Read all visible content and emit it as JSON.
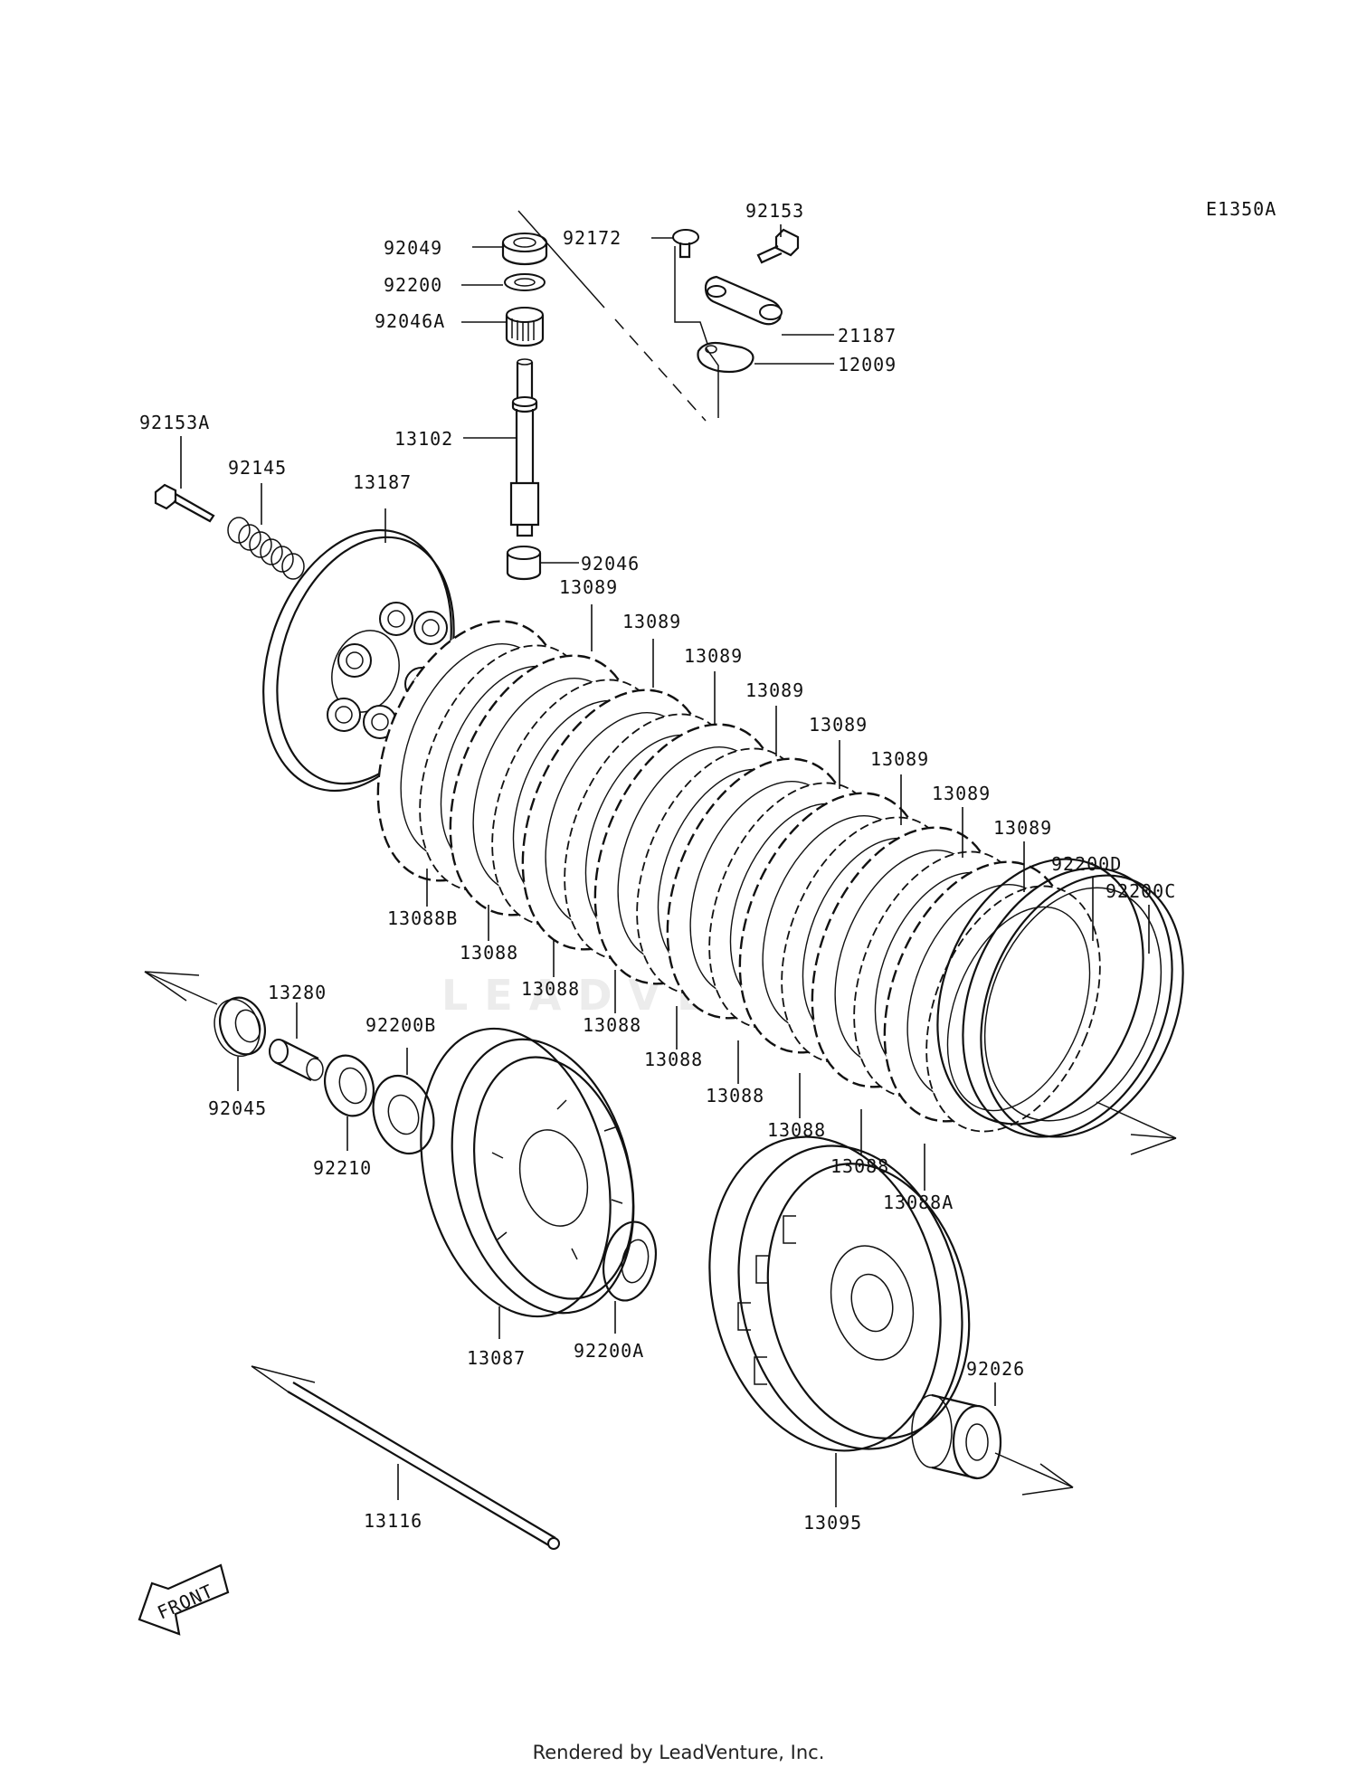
{
  "diagram_code": "E1350A",
  "front_arrow_label": "FRONT",
  "watermark": "LEADVENTURE",
  "footer": "Rendered by LeadVenture, Inc.",
  "parts": [
    {
      "id": "p-92049",
      "label": "92049"
    },
    {
      "id": "p-92200",
      "label": "92200"
    },
    {
      "id": "p-92046a",
      "label": "92046A"
    },
    {
      "id": "p-13102",
      "label": "13102"
    },
    {
      "id": "p-92046",
      "label": "92046"
    },
    {
      "id": "p-92172",
      "label": "92172"
    },
    {
      "id": "p-92153",
      "label": "92153"
    },
    {
      "id": "p-21187",
      "label": "21187"
    },
    {
      "id": "p-12009",
      "label": "12009"
    },
    {
      "id": "p-92153a",
      "label": "92153A"
    },
    {
      "id": "p-92145",
      "label": "92145"
    },
    {
      "id": "p-13187",
      "label": "13187"
    },
    {
      "id": "p-13089-1",
      "label": "13089"
    },
    {
      "id": "p-13089-2",
      "label": "13089"
    },
    {
      "id": "p-13089-3",
      "label": "13089"
    },
    {
      "id": "p-13089-4",
      "label": "13089"
    },
    {
      "id": "p-13089-5",
      "label": "13089"
    },
    {
      "id": "p-13089-6",
      "label": "13089"
    },
    {
      "id": "p-13089-7",
      "label": "13089"
    },
    {
      "id": "p-13089-8",
      "label": "13089"
    },
    {
      "id": "p-92200d",
      "label": "92200D"
    },
    {
      "id": "p-92200c",
      "label": "92200C"
    },
    {
      "id": "p-13088b",
      "label": "13088B"
    },
    {
      "id": "p-13088-1",
      "label": "13088"
    },
    {
      "id": "p-13088-2",
      "label": "13088"
    },
    {
      "id": "p-13088-3",
      "label": "13088"
    },
    {
      "id": "p-13088-4",
      "label": "13088"
    },
    {
      "id": "p-13088-5",
      "label": "13088"
    },
    {
      "id": "p-13088-6",
      "label": "13088"
    },
    {
      "id": "p-13088-7",
      "label": "13088"
    },
    {
      "id": "p-13088a",
      "label": "13088A"
    },
    {
      "id": "p-13280",
      "label": "13280"
    },
    {
      "id": "p-92045",
      "label": "92045"
    },
    {
      "id": "p-92200b",
      "label": "92200B"
    },
    {
      "id": "p-92210",
      "label": "92210"
    },
    {
      "id": "p-13087",
      "label": "13087"
    },
    {
      "id": "p-92200a",
      "label": "92200A"
    },
    {
      "id": "p-92026",
      "label": "92026"
    },
    {
      "id": "p-13116",
      "label": "13116"
    },
    {
      "id": "p-13095",
      "label": "13095"
    }
  ]
}
